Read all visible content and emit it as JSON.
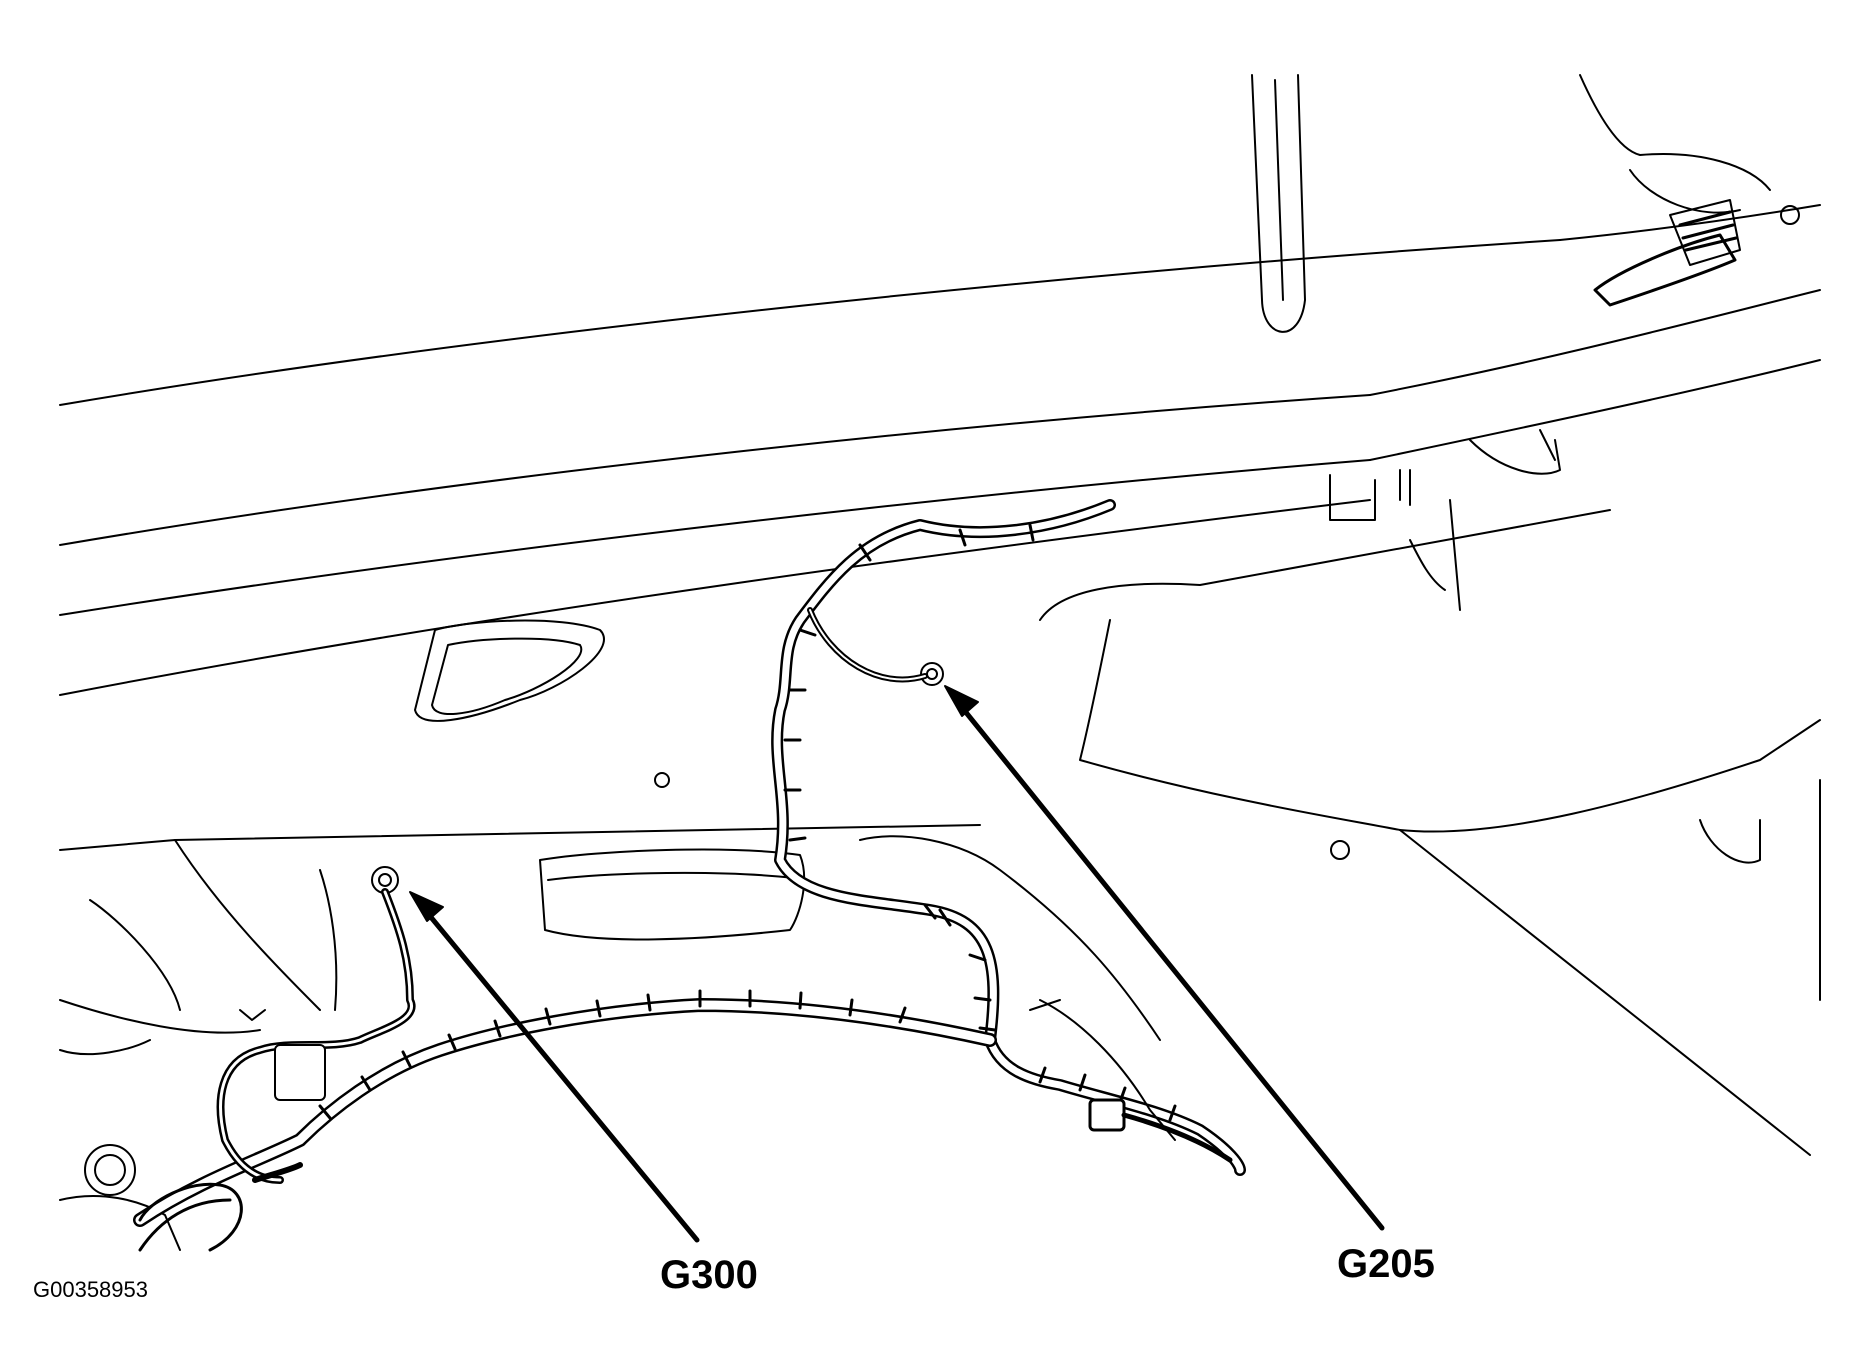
{
  "figure": {
    "id": "G00358953"
  },
  "callouts": [
    {
      "label": "G300",
      "target": "ground-point"
    },
    {
      "label": "G205",
      "target": "ground-point"
    }
  ],
  "colors": {
    "line": "#000000",
    "background": "#ffffff"
  }
}
